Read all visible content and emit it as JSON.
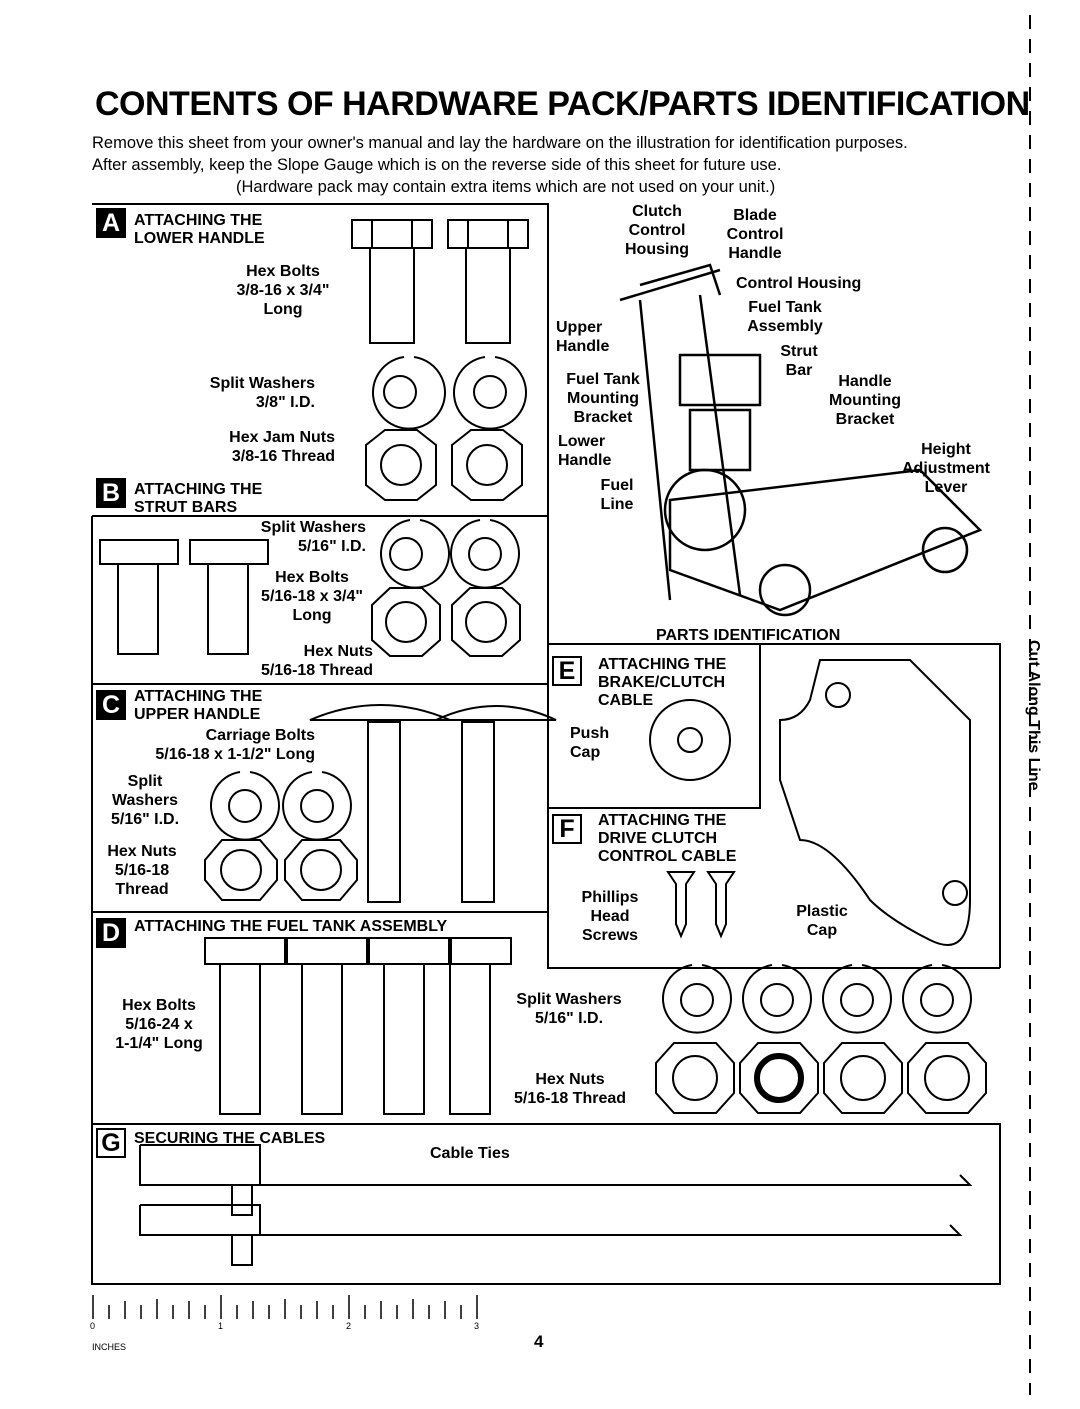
{
  "title": "CONTENTS OF HARDWARE PACK/PARTS IDENTIFICATION",
  "intro": [
    "Remove this sheet from your owner's manual and lay the hardware on the illustration for identification purposes.",
    "After assembly, keep the Slope Gauge which is on the reverse side of this sheet for future use.",
    "(Hardware pack may contain extra items which are not used on your unit.)"
  ],
  "sections": {
    "A": {
      "letter": "A",
      "title": [
        "ATTACHING THE",
        "LOWER HANDLE"
      ],
      "hex_bolts": [
        "Hex Bolts",
        "3/8-16 x 3/4\"",
        "Long"
      ],
      "split_washers": [
        "Split Washers",
        "3/8\" I.D."
      ],
      "jam_nuts": [
        "Hex Jam Nuts",
        "3/8-16 Thread"
      ]
    },
    "B": {
      "letter": "B",
      "title": [
        "ATTACHING THE",
        "STRUT BARS"
      ],
      "split_washers": [
        "Split Washers",
        "5/16\" I.D."
      ],
      "hex_bolts": [
        "Hex Bolts",
        "5/16-18 x 3/4\"",
        "Long"
      ],
      "hex_nuts": [
        "Hex Nuts",
        "5/16-18 Thread"
      ]
    },
    "C": {
      "letter": "C",
      "title": [
        "ATTACHING THE",
        "UPPER HANDLE"
      ],
      "carriage_bolts": [
        "Carriage Bolts",
        "5/16-18 x 1-1/2\" Long"
      ],
      "split_washers": [
        "Split",
        "Washers",
        "5/16\" I.D."
      ],
      "hex_nuts": [
        "Hex Nuts",
        "5/16-18",
        "Thread"
      ]
    },
    "D": {
      "letter": "D",
      "title": "ATTACHING THE FUEL TANK ASSEMBLY",
      "hex_bolts": [
        "Hex Bolts",
        "5/16-24 x",
        "1-1/4\" Long"
      ],
      "split_washers": [
        "Split Washers",
        "5/16\" I.D."
      ],
      "hex_nuts": [
        "Hex Nuts",
        "5/16-18 Thread"
      ]
    },
    "E": {
      "letter": "E",
      "title": [
        "ATTACHING THE",
        "BRAKE/CLUTCH",
        "CABLE"
      ],
      "push_cap": [
        "Push",
        "Cap"
      ]
    },
    "F": {
      "letter": "F",
      "title": [
        "ATTACHING THE",
        "DRIVE CLUTCH",
        "CONTROL CABLE"
      ],
      "screws": [
        "Phillips",
        "Head",
        "Screws"
      ],
      "plastic_cap": [
        "Plastic",
        "Cap"
      ]
    },
    "G": {
      "letter": "G",
      "title": "SECURING THE CABLES",
      "cable_ties": "Cable Ties"
    }
  },
  "mower": {
    "heading": "PARTS IDENTIFICATION",
    "labels": {
      "clutch": [
        "Clutch",
        "Control",
        "Housing"
      ],
      "blade": [
        "Blade",
        "Control",
        "Handle"
      ],
      "control_housing": "Control Housing",
      "fuel_tank": [
        "Fuel Tank",
        "Assembly"
      ],
      "upper_handle": [
        "Upper",
        "Handle"
      ],
      "strut": [
        "Strut",
        "Bar"
      ],
      "fuel_tank_bracket": [
        "Fuel Tank",
        "Mounting",
        "Bracket"
      ],
      "handle_bracket": [
        "Handle",
        "Mounting",
        "Bracket"
      ],
      "lower_handle": [
        "Lower",
        "Handle"
      ],
      "height": [
        "Height",
        "Adjustment",
        "Lever"
      ],
      "fuel_line": [
        "Fuel",
        "Line"
      ]
    }
  },
  "cut_line": "Cut Along This Line",
  "ruler": {
    "unit": "INCHES",
    "ticks": [
      "0",
      "1",
      "2",
      "3"
    ]
  },
  "page_number": "4"
}
